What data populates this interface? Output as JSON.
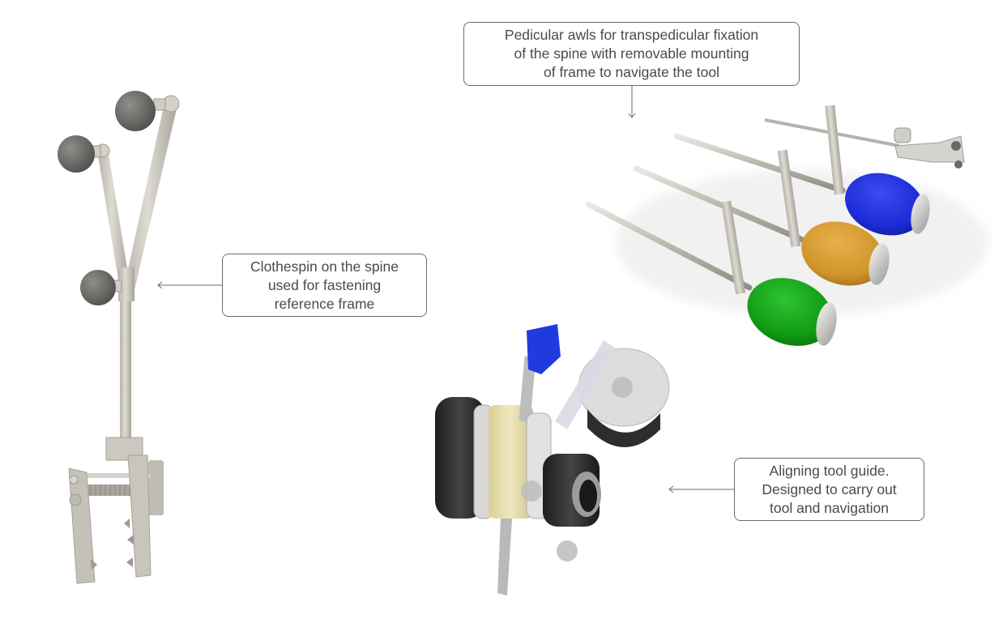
{
  "callouts": {
    "awls": {
      "lines": [
        "Pedicular awls for transpedicular fixation",
        "of the spine with removable mounting",
        "of frame to navigate the tool"
      ],
      "arrow_direction": "down"
    },
    "clothespin": {
      "lines": [
        "Clothespin on the spine",
        "used for fastening",
        "reference frame"
      ],
      "arrow_direction": "left"
    },
    "guide": {
      "lines": [
        "Aligning tool guide.",
        "Designed to carry out",
        "tool and navigation"
      ],
      "arrow_direction": "left"
    }
  },
  "illustrations": {
    "reference_frame": {
      "description": "Reference frame with three marker spheres on a Y-shaped arm and spinal clamp",
      "sphere_color": "#6e706c",
      "metal_color": "#c9c6bd"
    },
    "awls": {
      "description": "Set of pedicular awls with colored handles",
      "handle_colors": [
        "#13a018",
        "#d49a2c",
        "#1f2fd8"
      ]
    },
    "tool_guide": {
      "description": "Aligning tool guide with knurled black rings and blue tab",
      "accent_color": "#1f3be0",
      "ring_color": "#2a2a2a",
      "sleeve_color": "#e8dfae"
    }
  },
  "colors": {
    "callout_border": "#6b6b6b",
    "callout_text": "#4a4a4a",
    "arrow": "#6b6b6b",
    "background": "#ffffff"
  }
}
